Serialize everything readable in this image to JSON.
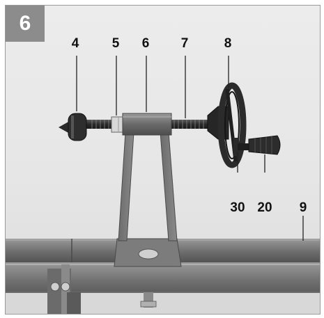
{
  "figure": {
    "number": "6",
    "callouts": [
      {
        "id": "c4",
        "label": "4"
      },
      {
        "id": "c5",
        "label": "5"
      },
      {
        "id": "c6",
        "label": "6"
      },
      {
        "id": "c7",
        "label": "7"
      },
      {
        "id": "c8",
        "label": "8"
      },
      {
        "id": "c30",
        "label": "30"
      },
      {
        "id": "c20",
        "label": "20"
      },
      {
        "id": "c9",
        "label": "9"
      }
    ]
  },
  "colors": {
    "badge": "#8c8c8c",
    "metal_dark": "#3a3a3a",
    "frame_grey": "#7a7a7a"
  }
}
